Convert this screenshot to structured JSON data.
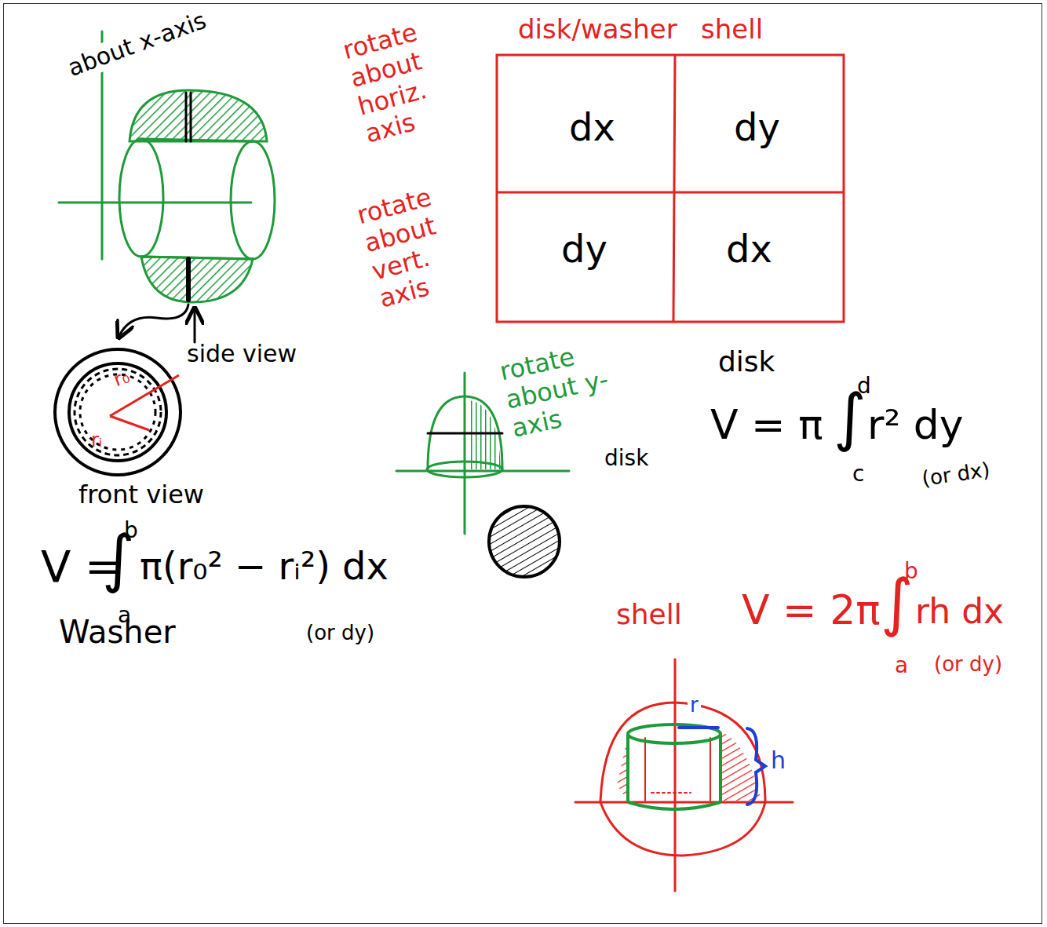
{
  "diagram": {
    "labels": [
      "about x-axis",
      "disk/washer",
      "shell",
      "rotate about horiz. axis",
      "dx",
      "dy",
      "rotate about vert. axis",
      "dy",
      "dx",
      "side view",
      "r₀",
      "rᵢ",
      "rotate about y-axis",
      "disk",
      "disk",
      "V = π",
      "∫",
      "d",
      "c",
      "r² dy",
      "(or dx)",
      "front view",
      "V =",
      "∫",
      "b",
      "a",
      "π(r₀² − rᵢ²) dx",
      "Washer",
      "(or dy)",
      "shell",
      "V = 2π",
      "∫",
      "b",
      "a",
      "rh dx",
      "(or dy)",
      "r",
      "h"
    ]
  }
}
